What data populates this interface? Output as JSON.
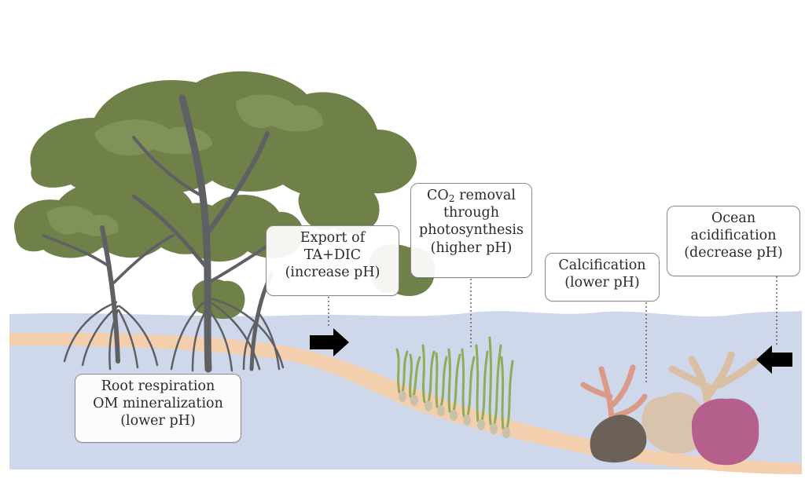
{
  "labels": {
    "root": {
      "line1": "Root respiration",
      "line2": "OM mineralization",
      "line3": "(lower pH)"
    },
    "export": {
      "line1": "Export of",
      "line2": "TA+DIC",
      "line3": "(increase pH)"
    },
    "photosynthesis": {
      "line1_pre": "CO",
      "line1_sub": "2",
      "line1_post": " removal",
      "line2": "through",
      "line3": "photosynthesis",
      "line4": "(higher pH)"
    },
    "calcification": {
      "line1": "Calcification",
      "line2": "(lower pH)"
    },
    "acidification": {
      "line1": "Ocean",
      "line2": "acidification",
      "line3": "(decrease pH)"
    }
  },
  "colors": {
    "water": "#cfd7ea",
    "sediment": "#f4cfae",
    "mangrove_leaf": "#6f8149",
    "mangrove_trunk": "#5e6064",
    "seagrass": "#8fac58",
    "coral_pink": "#d99a88",
    "coral_beige": "#d9bfa3",
    "coral_purple": "#b55f8c",
    "arrow": "#000000"
  }
}
